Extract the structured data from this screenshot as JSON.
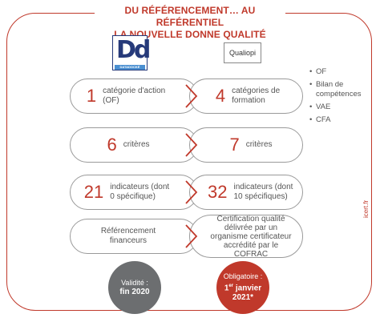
{
  "header": {
    "line1": "DU RÉFÉRENCEMENT… AU RÉFÉRENTIEL",
    "line2": "LA NOUVELLE DONNE QUALITÉ"
  },
  "logos": {
    "datadock_mark": "Dd",
    "datadock_badge": "DATADOCKÉ",
    "qualiopi": "Qualiopi"
  },
  "rows": [
    {
      "left_num": "1",
      "left_label": "catégorie d'action (OF)",
      "right_num": "4",
      "right_label": "catégories de formation"
    },
    {
      "left_num": "6",
      "left_label": "critères",
      "right_num": "7",
      "right_label": "critères"
    },
    {
      "left_num": "21",
      "left_label": "indicateurs (dont 0 spécifique)",
      "right_num": "32",
      "right_label": "indicateurs (dont 10 spécifiques)"
    },
    {
      "left_num": "",
      "left_label": "Référencement financeurs",
      "right_num": "",
      "right_label": "Certification qualité délivrée par un organisme certificateur accrédité par le COFRAC"
    }
  ],
  "side_list": [
    "OF",
    "Bilan de compétences",
    "VAE",
    "CFA"
  ],
  "validity": {
    "left_label": "Validité :",
    "left_value": "fin 2020",
    "right_label": "Obligatoire :",
    "right_value_prefix": "1",
    "right_value_sup": "er",
    "right_value_suffix": " janvier",
    "right_value_line2": "2021*"
  },
  "watermark": "icert.fr",
  "colors": {
    "accent": "#c0392b",
    "grey": "#6c6e70",
    "datadock_blue": "#263a7a"
  }
}
